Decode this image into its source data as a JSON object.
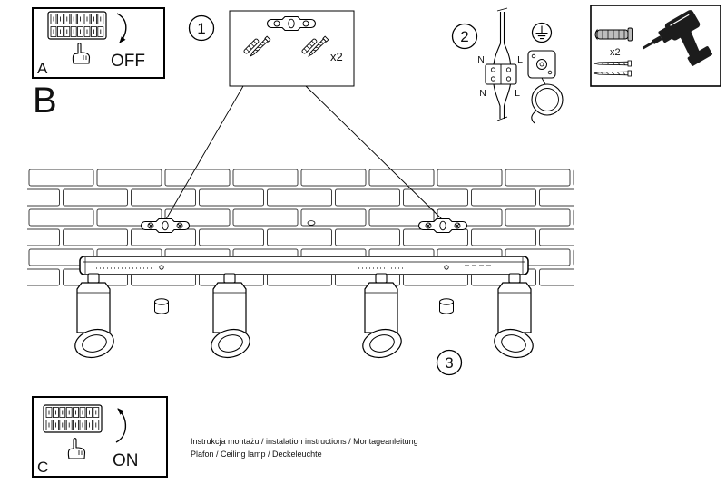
{
  "panel_off": {
    "label": "A",
    "action": "OFF"
  },
  "panel_on": {
    "label": "C",
    "action": "ON"
  },
  "section": {
    "label": "B"
  },
  "step1": {
    "number": "1",
    "quantity": "x2"
  },
  "step2": {
    "number": "2",
    "wiring": {
      "top_left": "N",
      "top_right": "L",
      "bottom_left": "N",
      "bottom_right": "L"
    }
  },
  "step3": {
    "number": "3"
  },
  "tools": {
    "anchor_quantity": "x2"
  },
  "footer": {
    "line1": "Instrukcja montażu / instalation instructions / Montageanleitung",
    "line2": "Plafon / Ceiling lamp / Deckeleuchte"
  }
}
